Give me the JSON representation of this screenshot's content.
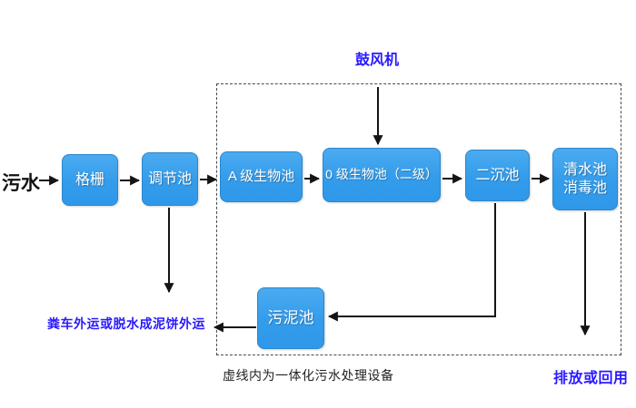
{
  "diagram": {
    "source_label": "污水",
    "blower_label": "鼓风机",
    "boxes": {
      "grid": "格栅",
      "regulating": "调节池",
      "a_bio": "A 级生物池",
      "o_bio": "0 级生物池（二级）",
      "sedimentation": "二沉池",
      "clear_water": "清水池\n消毒池",
      "sludge": "污泥池"
    },
    "labels": {
      "sludge_out": "粪车外运或脱水成泥饼外运",
      "boundary_caption": "虚线内为一体化污水处理设备",
      "discharge": "排放或回用"
    },
    "colors": {
      "box_fill": "#339ceb",
      "box_border": "#2a86cc",
      "accent_text": "#2a1aff",
      "arrow": "#141414"
    }
  }
}
